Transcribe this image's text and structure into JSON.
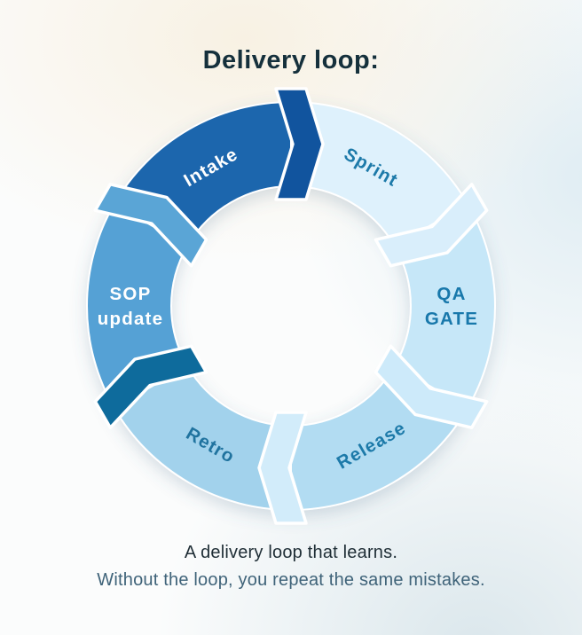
{
  "title": "Delivery loop:",
  "diagram": {
    "type": "cycle",
    "direction": "clockwise",
    "segments": [
      {
        "id": "intake",
        "label": "Intake",
        "lines": [
          "Intake"
        ],
        "fill": "#1b66ad",
        "label_color": "#ffffff",
        "arrow_to_next_fill": "#11549e",
        "next": "sprint"
      },
      {
        "id": "sprint",
        "label": "Sprint",
        "lines": [
          "Sprint"
        ],
        "fill": "#def1fc",
        "label_color": "#1d7aa9",
        "arrow_to_next_fill": "#d9eefb",
        "next": "qa-gate"
      },
      {
        "id": "qa-gate",
        "label": "QA GATE",
        "lines": [
          "QA",
          "GATE"
        ],
        "fill": "#c6e7f8",
        "label_color": "#1878ab",
        "arrow_to_next_fill": "#cdeafa",
        "next": "release"
      },
      {
        "id": "release",
        "label": "Release",
        "lines": [
          "Release"
        ],
        "fill": "#b2dcf2",
        "label_color": "#1d7aa9",
        "arrow_to_next_fill": "#d2ecfa",
        "next": "retro"
      },
      {
        "id": "retro",
        "label": "Retro",
        "lines": [
          "Retro"
        ],
        "fill": "#a2d2ec",
        "label_color": "#20739f",
        "arrow_to_next_fill": "#0e6b9c",
        "next": "sop-update"
      },
      {
        "id": "sop-update",
        "label": "SOP update",
        "lines": [
          "SOP",
          "update"
        ],
        "fill": "#54a1d5",
        "label_color": "#ffffff",
        "arrow_to_next_fill": "#5aa5d6",
        "next": "intake"
      }
    ]
  },
  "caption": {
    "line1": "A delivery loop that learns.",
    "line2": "Without the loop, you repeat the same mistakes."
  },
  "colors": {
    "title": "#15303c",
    "caption_primary": "#1f2e36",
    "caption_secondary": "#3f6379",
    "segment_outline": "#ffffff",
    "background_cream": "#f8f1e3",
    "background_blue": "#e0edf3"
  }
}
